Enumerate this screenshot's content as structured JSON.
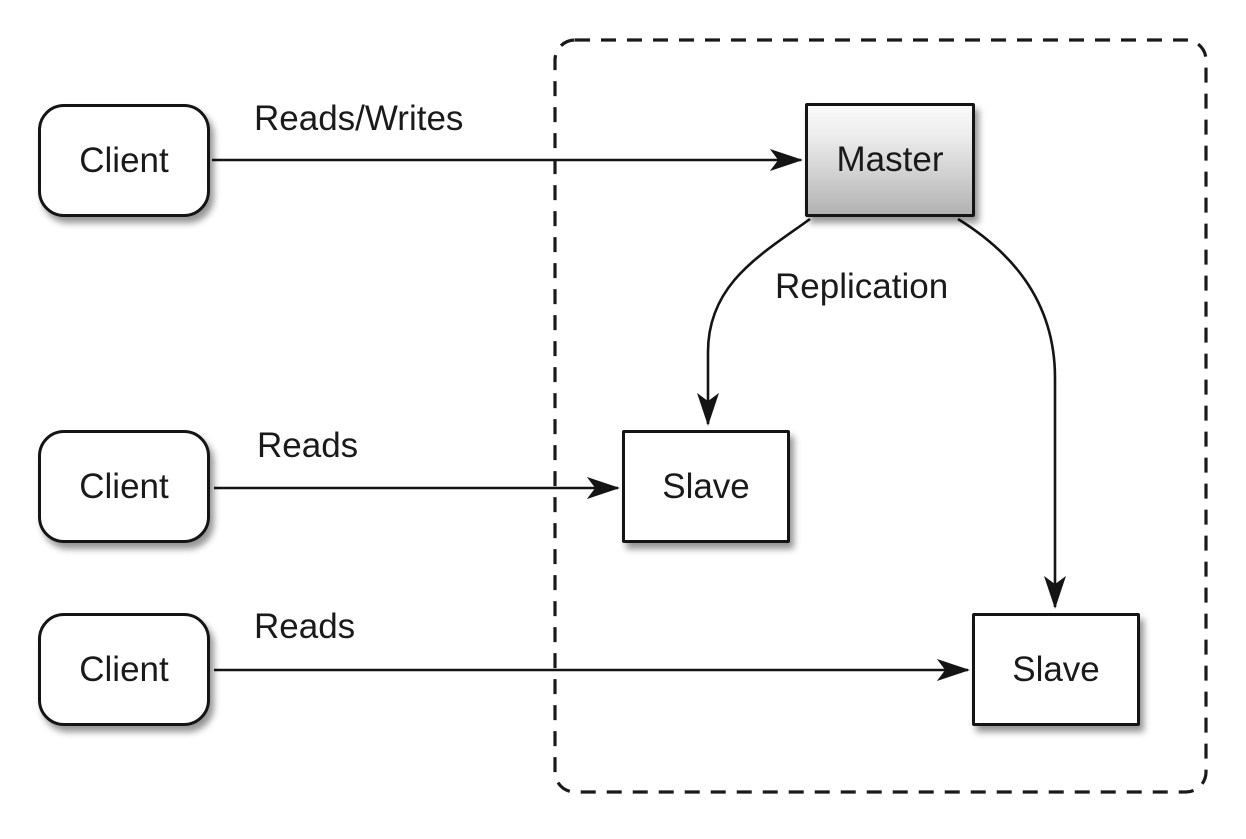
{
  "diagram": {
    "background_color": "#ffffff",
    "line_color": "#141414",
    "nodes": {
      "client_top": {
        "label": "Client",
        "shape": "rounded-rect",
        "fill": "#ffffff"
      },
      "client_middle": {
        "label": "Client",
        "shape": "rounded-rect",
        "fill": "#ffffff"
      },
      "client_bottom": {
        "label": "Client",
        "shape": "rounded-rect",
        "fill": "#ffffff"
      },
      "master": {
        "label": "Master",
        "shape": "rect",
        "fill_top": "#fafafa",
        "fill_bottom": "#b2b2b2"
      },
      "slave_left": {
        "label": "Slave",
        "shape": "rect",
        "fill": "#ffffff"
      },
      "slave_right": {
        "label": "Slave",
        "shape": "rect",
        "fill": "#ffffff"
      }
    },
    "edges": {
      "client_top_to_master": {
        "label": "Reads/Writes",
        "from": "client_top",
        "to": "master"
      },
      "client_middle_to_slave_left": {
        "label": "Reads",
        "from": "client_middle",
        "to": "slave_left"
      },
      "client_bottom_to_slave_right": {
        "label": "Reads",
        "from": "client_bottom",
        "to": "slave_right"
      },
      "master_to_slaves": {
        "label": "Replication",
        "from": "master",
        "to": "slave_left, slave_right"
      }
    },
    "cluster": {
      "style": "dashed-rounded-rect",
      "contains": [
        "master",
        "slave_left",
        "slave_right"
      ]
    }
  }
}
